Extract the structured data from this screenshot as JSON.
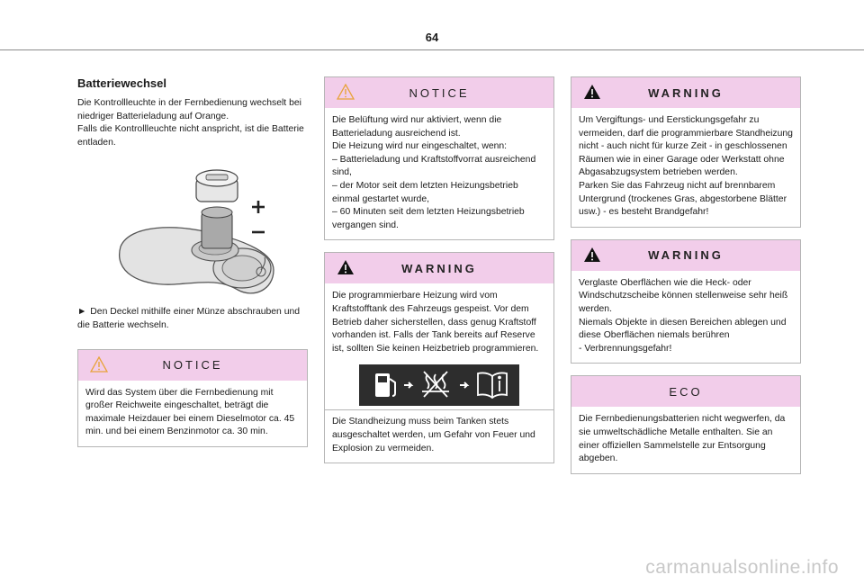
{
  "page": {
    "number": "64"
  },
  "battery": {
    "title": "Batteriewechsel",
    "text": "Die Kontrollleuchte in der Fernbedienung wechselt bei niedriger Batterieladung auf Orange.\nFalls die Kontrollleuchte nicht anspricht, ist die Batterie entladen.",
    "instruction": "Den Deckel mithilfe einer Münze abschrauben und die Batterie wechseln."
  },
  "notice_left": {
    "label": "NOTICE",
    "text": "Wird das System über die Fernbedienung mit großer Reichweite eingeschaltet, beträgt die maximale Heizdauer bei einem Dieselmotor ca. 45 min. und bei einem Benzinmotor ca. 30 min."
  },
  "notice_mid": {
    "label": "NOTICE",
    "text": "Die Belüftung wird nur aktiviert, wenn die Batterieladung ausreichend ist.\nDie Heizung wird nur eingeschaltet, wenn:\n–  Batterieladung und Kraftstoffvorrat ausreichend sind,\n–  der Motor seit dem letzten Heizungsbetrieb einmal gestartet wurde,\n–  60 Minuten seit dem letzten Heizungsbetrieb vergangen sind."
  },
  "warning_mid": {
    "label": "WARNING",
    "text": "Die programmierbare Heizung wird vom Kraftstofftank des Fahrzeugs gespeist. Vor dem Betrieb daher sicherstellen, dass genug Kraftstoff vorhanden ist. Falls der Tank bereits auf Reserve ist, sollten Sie keinen Heizbetrieb programmieren.",
    "text2": "Die Standheizung muss beim Tanken stets ausgeschaltet werden, um Gefahr von Feuer und Explosion zu vermeiden."
  },
  "warning_right1": {
    "label": "WARNING",
    "text": "Um Vergiftungs- und Eerstickungsgefahr zu vermeiden, darf die programmierbare Standheizung nicht - auch nicht für kurze Zeit - in geschlossenen Räumen wie in einer Garage oder Werkstatt ohne Abgasabzugsystem betrieben werden.\nParken Sie das Fahrzeug nicht auf brennbarem Untergrund (trockenes Gras, abgestorbene Blätter usw.) - es besteht Brandgefahr!"
  },
  "warning_right2": {
    "label": "WARNING",
    "text": "Verglaste Oberflächen wie die Heck- oder Windschutzscheibe können stellenweise sehr heiß werden.\nNiemals Objekte in diesen Bereichen ablegen und diese Oberflächen niemals berühren\n- Verbrennungsgefahr!"
  },
  "eco": {
    "label": "ECO",
    "text": "Die Fernbedienungsbatterien nicht wegwerfen, da sie umweltschädliche Metalle enthalten. Sie an einer offiziellen Sammelstelle zur Entsorgung abgeben."
  },
  "watermark": {
    "text": "carmanualsonline.info"
  },
  "icons": {
    "notice": "notice-triangle-icon",
    "warning": "warning-triangle-icon",
    "arrow": "arrow-right-icon"
  },
  "colors": {
    "header_bg": "#f2cdea",
    "notice_triangle": "#e8a33a"
  }
}
